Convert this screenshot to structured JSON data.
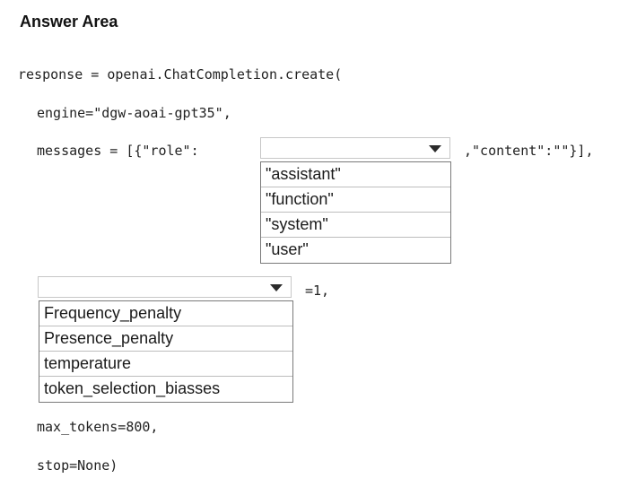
{
  "header": {
    "title": "Answer Area"
  },
  "code": {
    "line1": "response = openai.ChatCompletion.create(",
    "line2": "engine=\"dgw-aoai-gpt35\",",
    "line3_prefix": "messages = [{\"role\":",
    "line3_suffix": ",\"content\":\"\"}],",
    "line4_suffix": "=1,",
    "line5": "max_tokens=800,",
    "line6": "stop=None)"
  },
  "role_dropdown": {
    "selected": "",
    "options": [
      "\"assistant\"",
      "\"function\"",
      "\"system\"",
      "\"user\""
    ]
  },
  "param_dropdown": {
    "selected": "",
    "options": [
      "Frequency_penalty",
      "Presence_penalty",
      "temperature",
      "token_selection_biasses"
    ]
  }
}
